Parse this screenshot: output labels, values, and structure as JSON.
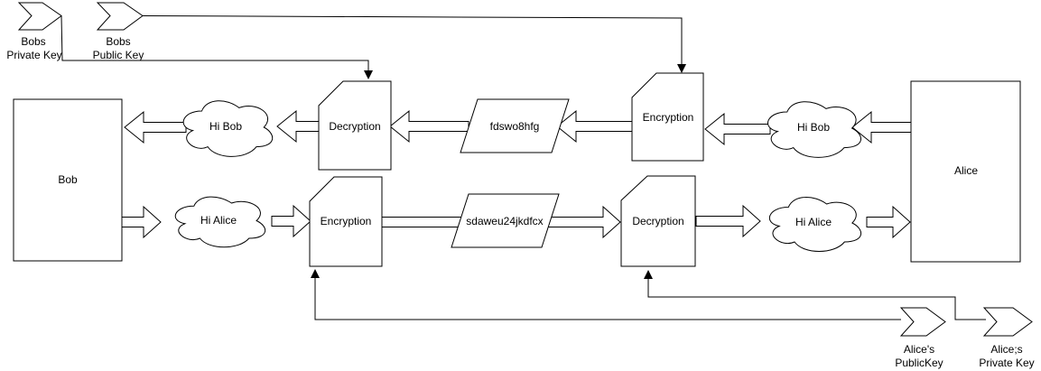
{
  "diagram": {
    "nodes": {
      "bob": "Bob",
      "alice": "Alice"
    },
    "row_alice_to_bob": {
      "cloud_left": "Hi Bob",
      "decryption": "Decryption",
      "ciphertext": "fdswo8hfg",
      "encryption": "Encryption",
      "cloud_right": "Hi Bob"
    },
    "row_bob_to_alice": {
      "cloud_left": "Hi Alice",
      "encryption": "Encryption",
      "ciphertext": "sdaweu24jkdfcx",
      "decryption": "Decryption",
      "cloud_right": "Hi Alice"
    },
    "keys": {
      "bobs_private": {
        "line1": "Bobs",
        "line2": "Private Key"
      },
      "bobs_public": {
        "line1": "Bobs",
        "line2": "Public Key"
      },
      "alices_public": {
        "line1": "Alice's",
        "line2": "PublicKey"
      },
      "alices_private": {
        "line1": "Alice;s",
        "line2": "Private Key"
      }
    },
    "colors": {
      "stroke": "#000000",
      "background": "#ffffff",
      "text": "#000000"
    }
  }
}
